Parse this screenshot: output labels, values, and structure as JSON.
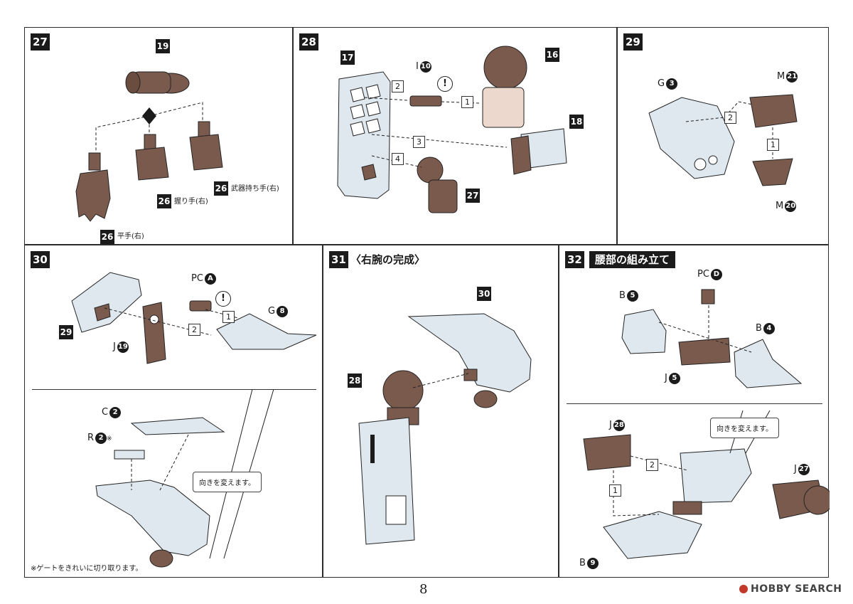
{
  "steps": {
    "s27": {
      "num": "27",
      "parts": {
        "p19": "19",
        "p26a": "26",
        "p26b": "26",
        "p26c": "26"
      },
      "labels": {
        "flat": "平手(右)",
        "grip": "握り手(右)",
        "weapon": "武器持ち手(右)"
      }
    },
    "s28": {
      "num": "28",
      "parts": {
        "p17": "17",
        "p16": "16",
        "p18": "18",
        "p27": "27"
      },
      "I_label": "I",
      "I_num": "10",
      "seq": [
        "2",
        "1",
        "3",
        "4"
      ]
    },
    "s29": {
      "num": "29",
      "G_label": "G",
      "G_num": "3",
      "M1_label": "M",
      "M1_num": "21",
      "M2_label": "M",
      "M2_num": "20",
      "seq": [
        "2",
        "1"
      ]
    },
    "s30": {
      "num": "30",
      "parts": {
        "p29": "29"
      },
      "PC_label": "PC",
      "PC_num": "A",
      "G_label": "G",
      "G_num": "8",
      "J_label": "J",
      "J_num": "19",
      "C_label": "C",
      "C_num": "2",
      "R_label": "R",
      "R_num": "2",
      "R_mark": "※",
      "seq": [
        "1",
        "2"
      ],
      "callout": "向きを変えます。",
      "note": "※ゲートをきれいに切り取ります。"
    },
    "s31": {
      "num": "31",
      "title": "〈右腕の完成〉",
      "parts": {
        "p30": "30",
        "p28": "28"
      }
    },
    "s32": {
      "num": "32",
      "title": "腰部の組み立て",
      "B1_label": "B",
      "B1_num": "5",
      "PC_label": "PC",
      "PC_num": "D",
      "B2_label": "B",
      "B2_num": "4",
      "J1_label": "J",
      "J1_num": "5",
      "J2_label": "J",
      "J2_num": "28",
      "J3_label": "J",
      "J3_num": "27",
      "B3_label": "B",
      "B3_num": "9",
      "seq": [
        "2",
        "1"
      ],
      "callout": "向きを変えます。"
    }
  },
  "page_number": "8",
  "watermark": "HOBBY SEARCH",
  "colors": {
    "brown": "#7a5a4c",
    "blue_grey": "#dfe8ef",
    "line": "#2b2b2b"
  }
}
